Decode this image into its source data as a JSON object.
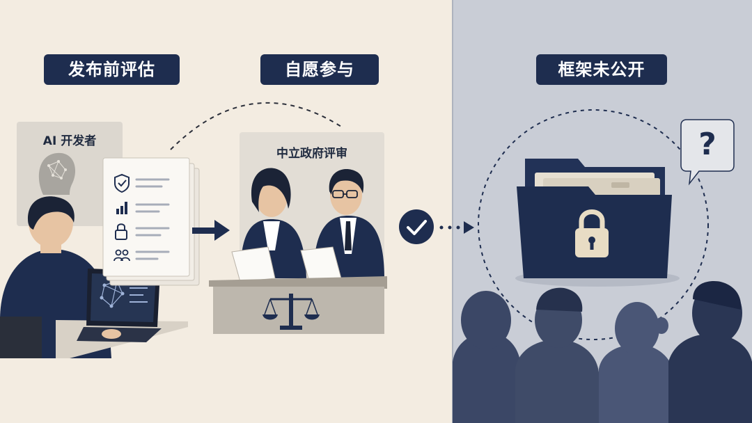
{
  "labels": {
    "pre_release": "发布前评估",
    "voluntary": "自愿参与",
    "undisclosed": "框架未公开"
  },
  "cards": {
    "developer": "AI 开发者",
    "review": "中立政府评审"
  },
  "question_mark": "?",
  "colors": {
    "navy": "#1e2d4f",
    "left_bg": "#f3ece1",
    "right_bg": "#c9cdd6",
    "card_bg": "#e2ddd5"
  },
  "icons": [
    "shield-check-icon",
    "bar-chart-icon",
    "lock-icon",
    "people-icon",
    "checkmark-icon",
    "scales-icon",
    "folder-lock-icon",
    "question-bubble-icon"
  ]
}
